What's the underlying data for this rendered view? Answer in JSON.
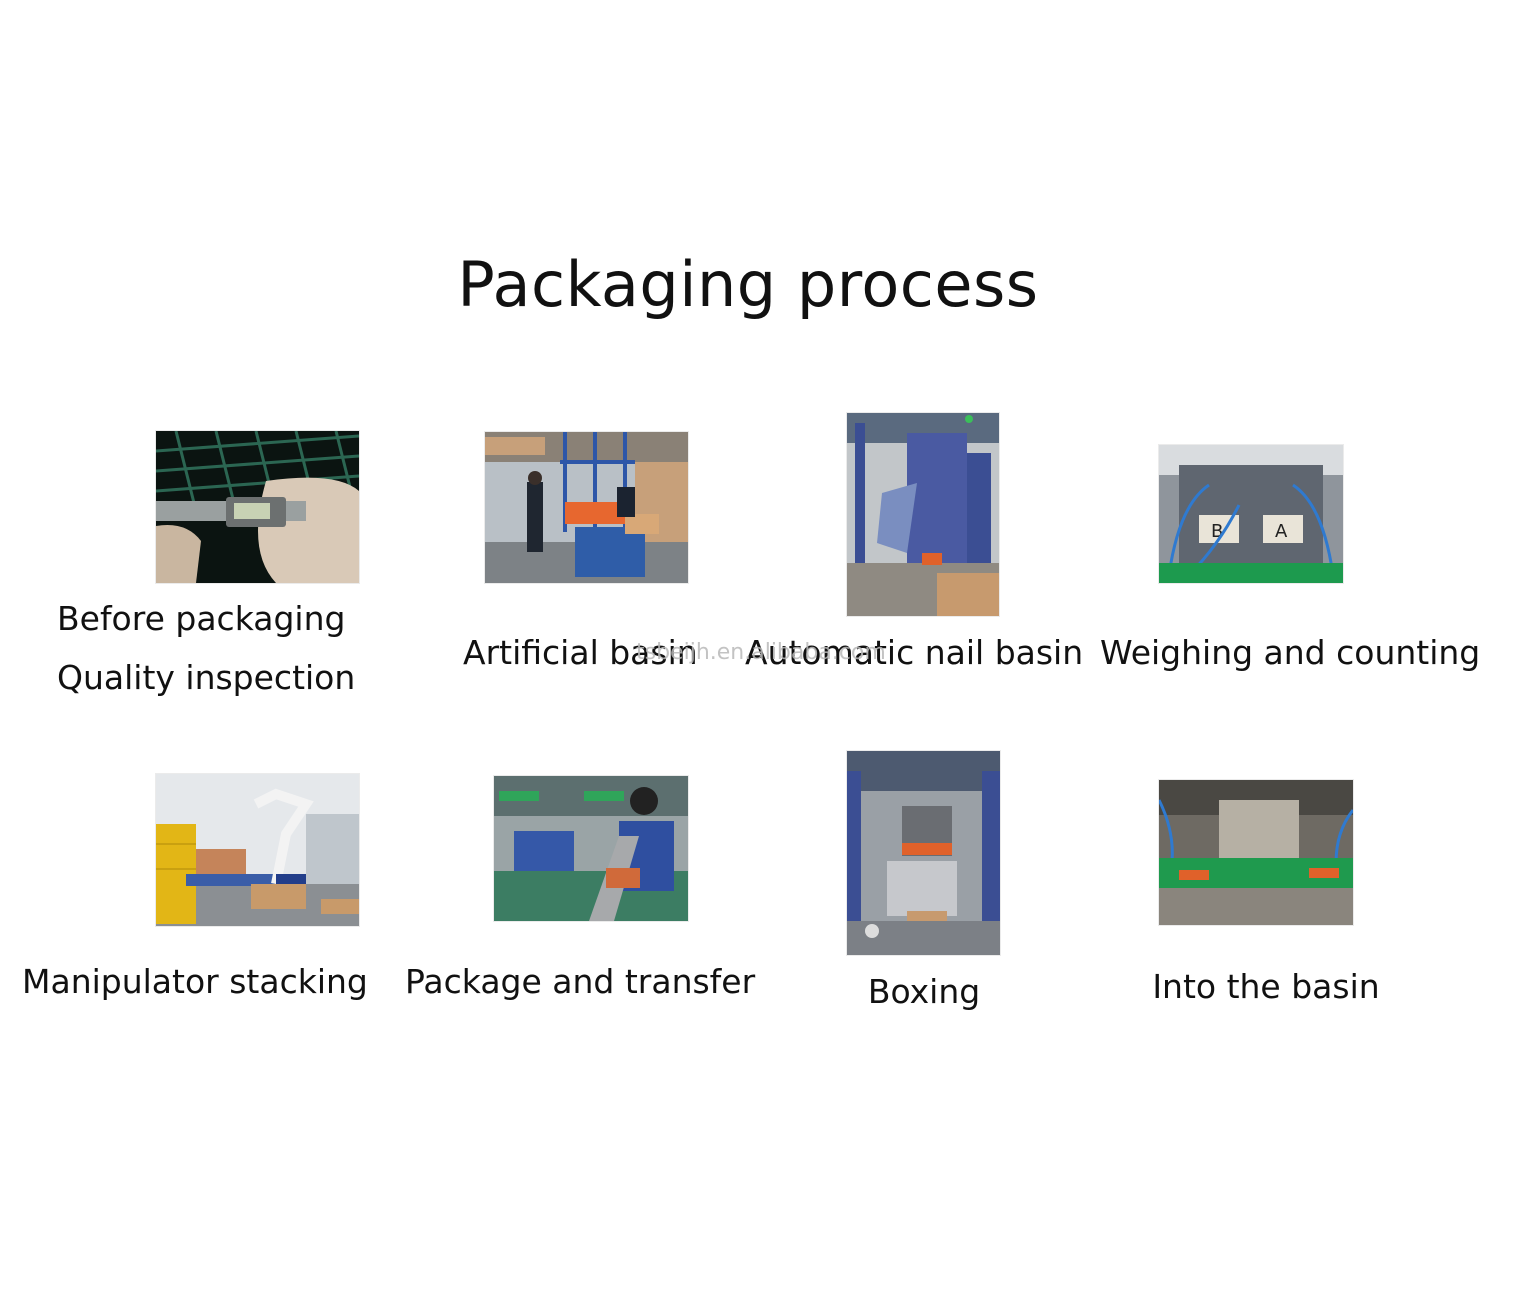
{
  "title": "Packaging process",
  "watermark": "tsbeijh.en.alibaba.com",
  "steps": [
    {
      "line1": "Before packaging",
      "line2": "Quality inspection"
    },
    {
      "line1": "Artificial basin"
    },
    {
      "line1": "Automatic nail basin"
    },
    {
      "line1": "Weighing and counting"
    },
    {
      "line1": "Manipulator stacking"
    },
    {
      "line1": "Package and transfer"
    },
    {
      "line1": "Boxing"
    },
    {
      "line1": "Into the basin"
    }
  ],
  "colors": {
    "background": "#ffffff",
    "text": "#111111",
    "machine_blue": "#3d4f9a",
    "conveyor_green": "#1fa85a",
    "carton_orange": "#e0612a",
    "safety_yellow": "#e2b616"
  }
}
